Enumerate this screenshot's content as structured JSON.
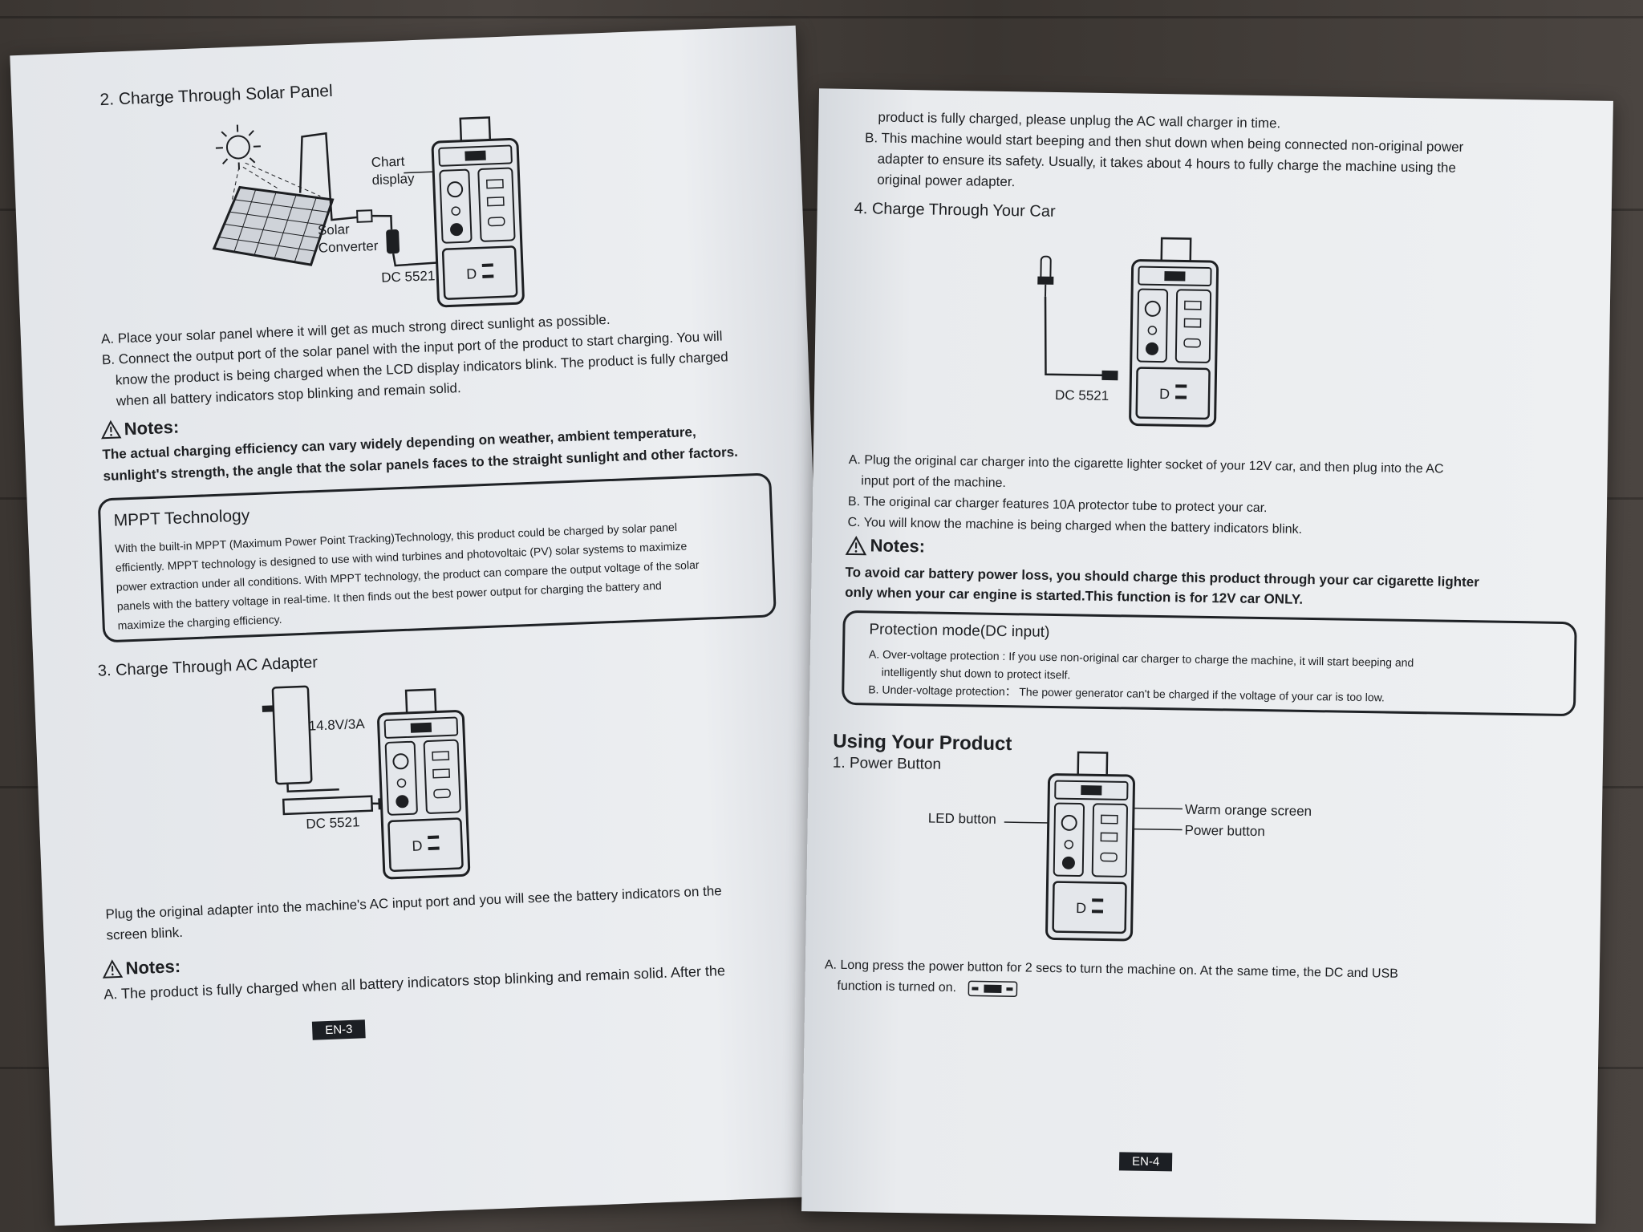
{
  "left_page": {
    "solar": {
      "heading": "2. Charge Through Solar Panel",
      "labels": {
        "chart_display": [
          "Chart",
          "display"
        ],
        "solar_converter": [
          "Solar",
          "Converter"
        ],
        "dc": "DC 5521"
      },
      "steps": [
        "A. Place your solar panel where it will get as much strong direct sunlight as possible.",
        "B. Connect the output port of the solar panel with the input port of the product to start charging. You will",
        "know the product is being charged when the LCD display indicators blink. The product is fully charged",
        "when all battery indicators stop blinking and remain solid."
      ]
    },
    "notes1": {
      "title": "Notes:",
      "lines": [
        "The actual charging efficiency can vary widely depending on weather, ambient temperature,",
        "sunlight's strength, the angle that the solar panels faces to the straight sunlight and other factors."
      ]
    },
    "mppt": {
      "title": "MPPT Technology",
      "lines": [
        "With the built-in MPPT (Maximum Power Point Tracking)Technology, this product could be charged by solar panel",
        "efficiently. MPPT technology is designed to use with wind turbines and photovoltaic (PV) solar systems to maximize",
        "power extraction under all conditions. With MPPT technology, the product can compare the output voltage of the solar",
        "panels with the battery voltage in real-time. It then finds out the best power output for charging the battery and",
        "maximize the charging efficiency."
      ]
    },
    "ac": {
      "heading": "3. Charge Through AC Adapter",
      "labels": {
        "voltage": "14.8V/3A",
        "dc": "DC 5521"
      },
      "lines": [
        "Plug the original adapter into the machine's AC input port and you will see the battery indicators on the",
        "screen blink."
      ]
    },
    "notes2": {
      "title": "Notes:",
      "line": "A. The product is fully charged when all battery indicators stop blinking and remain solid. After the"
    },
    "page_number": "EN-3"
  },
  "right_page": {
    "top_lines": [
      "product is fully charged, please unplug the AC wall charger in time.",
      "B. This machine would start beeping and then shut down when being connected non-original power",
      "adapter to ensure its safety. Usually, it takes about 4 hours to fully charge the machine using the",
      "original power adapter."
    ],
    "car": {
      "heading": "4. Charge Through Your Car",
      "labels": {
        "dc": "DC 5521"
      },
      "steps": [
        "A. Plug the original car charger into the cigarette lighter socket of your 12V car, and then plug into the AC",
        "input port of the machine.",
        "B. The original car charger features 10A protector tube to protect your car.",
        "C. You will know the machine is being charged when the battery indicators blink."
      ]
    },
    "notes": {
      "title": "Notes:",
      "lines": [
        "To avoid car battery power loss, you should charge this product through your car cigarette lighter",
        "only when your car engine is started.This function is for 12V car ONLY."
      ]
    },
    "protection": {
      "title": "Protection mode(DC input)",
      "lines": [
        "A. Over-voltage protection : If you use non-original car charger to charge the machine, it will start beeping and",
        "intelligently shut down to protect itself.",
        "B. Under-voltage protection： The power generator can't be charged if the voltage of your car is too low."
      ]
    },
    "using": {
      "title": "Using Your Product",
      "subheading": "1. Power Button",
      "labels": {
        "led": "LED button",
        "warm": "Warm orange screen",
        "power": "Power button"
      },
      "lines": [
        "A. Long press the power button for 2 secs to turn the machine on. At the same time, the DC and USB",
        "function is turned on."
      ]
    },
    "page_number": "EN-4"
  },
  "icons": {
    "warning": "warning-triangle-icon",
    "sun": "sun-icon"
  },
  "colors": {
    "ink": "#1d1f22",
    "paper": "#e9ebee",
    "page_badge": "#1c1f24"
  }
}
